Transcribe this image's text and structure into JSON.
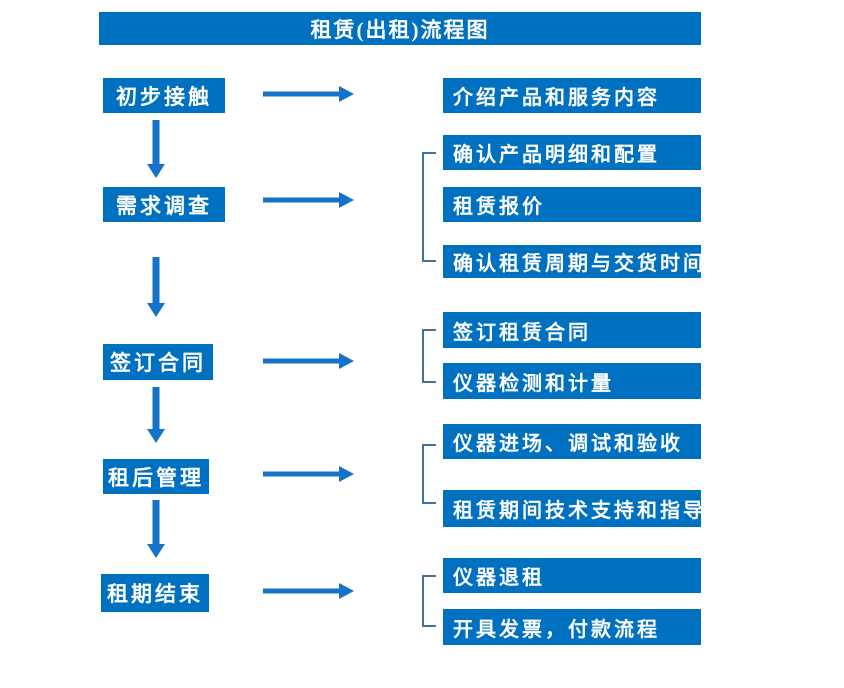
{
  "title": "租赁(出租)流程图",
  "colors": {
    "box_fill": "#0070C0",
    "arrow": "#1473C8",
    "bracket": "#41719C",
    "box_text": "#FFFFFF",
    "background": "#FFFFFF"
  },
  "steps": [
    {
      "label": "初步接触",
      "outputs": [
        "介绍产品和服务内容"
      ]
    },
    {
      "label": "需求调查",
      "outputs": [
        "确认产品明细和配置",
        "租赁报价",
        "确认租赁周期与交货时间"
      ]
    },
    {
      "label": "签订合同",
      "outputs": [
        "签订租赁合同",
        "仪器检测和计量"
      ]
    },
    {
      "label": "租后管理",
      "outputs": [
        "仪器进场、调试和验收",
        "租赁期间技术支持和指导"
      ]
    },
    {
      "label": "租期结束",
      "outputs": [
        "仪器退租",
        "开具发票，付款流程"
      ]
    }
  ]
}
